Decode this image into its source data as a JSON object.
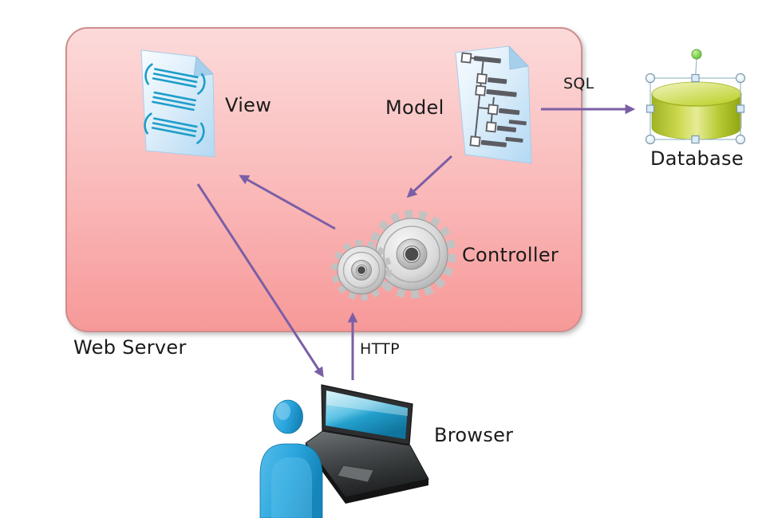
{
  "diagram": {
    "type": "mvc-architecture-diagram",
    "container": {
      "id": "web_server",
      "label": "Web Server"
    },
    "nodes": [
      {
        "id": "view",
        "label": "View",
        "icon": "code-document-icon",
        "inside_web_server": true
      },
      {
        "id": "model",
        "label": "Model",
        "icon": "tree-document-icon",
        "inside_web_server": true
      },
      {
        "id": "controller",
        "label": "Controller",
        "icon": "gears-icon",
        "inside_web_server": true
      },
      {
        "id": "database",
        "label": "Database",
        "icon": "database-cylinder-icon",
        "inside_web_server": false,
        "selected": true
      },
      {
        "id": "browser",
        "label": "Browser",
        "icon": "user-with-laptop-icon",
        "inside_web_server": false
      }
    ],
    "edges": [
      {
        "from": "model",
        "to": "database",
        "label": "SQL"
      },
      {
        "from": "browser",
        "to": "controller",
        "label": "HTTP"
      },
      {
        "from": "controller",
        "to": "view",
        "label": ""
      },
      {
        "from": "model",
        "to": "controller",
        "label": ""
      },
      {
        "from": "view",
        "to": "browser",
        "label": ""
      }
    ],
    "colors": {
      "server_box_fill_top": "#fcdada",
      "server_box_fill_bottom": "#f79898",
      "server_box_border": "#cf8d8d",
      "arrow": "#7b5fa6",
      "label_text": "#1b1b1b",
      "database_green": "#bcd034",
      "figure_blue": "#2ba6de",
      "document_blue": "#b9ddf4",
      "gear_silver": "#c6c6c6"
    }
  }
}
